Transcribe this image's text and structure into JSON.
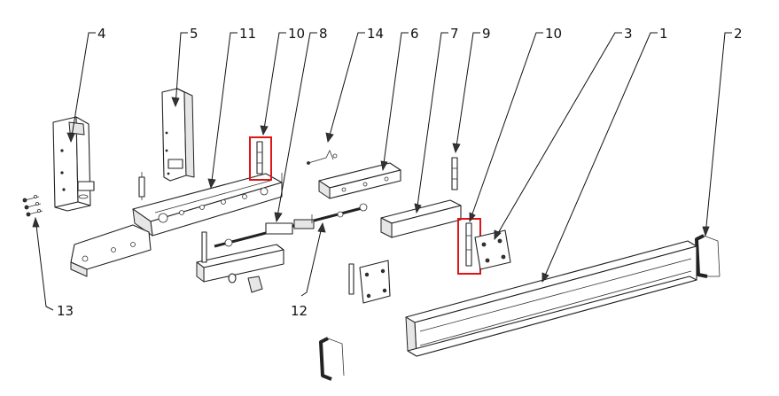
{
  "callouts": {
    "c1": "1",
    "c2": "2",
    "c3": "3",
    "c4": "4",
    "c5": "5",
    "c6": "6",
    "c7": "7",
    "c8": "8",
    "c9": "9",
    "c10a": "10",
    "c10b": "10",
    "c11": "11",
    "c12": "12",
    "c13": "13",
    "c14": "14"
  },
  "colors": {
    "highlight": "#e01515",
    "line": "#222222"
  }
}
